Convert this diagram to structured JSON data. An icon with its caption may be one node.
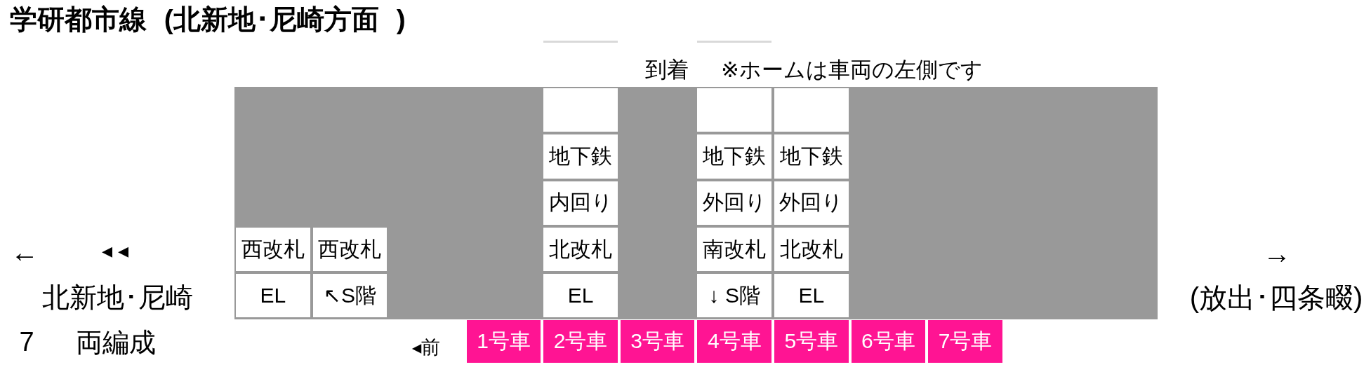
{
  "diagram": {
    "title": "学研都市線 (北新地･尼崎方面 )",
    "nodes": [
      {
        "text": [],
        "shape": "box"
      },
      {
        "text": [],
        "shape": "box",
        "in": 0
      },
      {
        "text": [],
        "shape": "box",
        "in": 0
      },
      {
        "text": [],
        "shape": "box",
        "in": 0
      },
      {
        "text": [
          "地下鉄"
        ],
        "in": 0
      },
      {
        "text": [
          "地下鉄"
        ],
        "in": 0
      },
      {
        "text": [
          "地下鉄"
        ],
        "in": 0
      },
      {
        "text": [
          "内回り"
        ],
        "in": 0
      },
      {
        "text": [
          "外回り"
        ],
        "in": 0
      },
      {
        "text": [
          "外回り"
        ],
        "in": 0
      },
      {
        "text": [
          "西改札"
        ],
        "in": 0
      },
      {
        "text": [
          "西改札"
        ],
        "in": 0
      },
      {
        "text": [
          "北改札"
        ],
        "in": 0
      },
      {
        "text": [
          "南改札"
        ],
        "in": 0
      },
      {
        "text": [
          "北改札"
        ],
        "in": 0
      },
      {
        "text": [
          "EL"
        ],
        "in": 0
      },
      {
        "text": [
          "↖S階"
        ],
        "in": 0
      },
      {
        "text": [
          "EL"
        ],
        "in": 0
      },
      {
        "text": [
          "↓ S階"
        ],
        "in": 0
      },
      {
        "text": [
          "EL"
        ],
        "in": 0
      },
      {
        "text": [
          "1号車"
        ]
      },
      {
        "text": [
          "2号車"
        ]
      },
      {
        "text": [
          "3号車"
        ]
      },
      {
        "text": [
          "4号車"
        ]
      },
      {
        "text": [
          "5号車"
        ]
      },
      {
        "text": [
          "6号車"
        ]
      },
      {
        "text": [
          "7号車"
        ]
      }
    ],
    "labels": [
      "到着",
      "※ホームは車両の左側です",
      "←",
      "◂◂",
      "→",
      "北新地･尼崎",
      "(放出･四条畷)",
      "7",
      "両編成",
      "◂前"
    ]
  }
}
